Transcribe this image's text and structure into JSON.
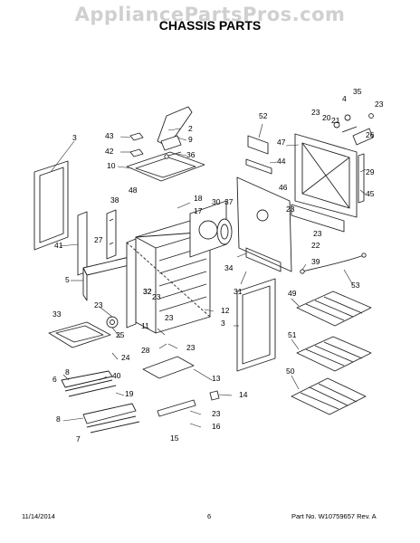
{
  "watermark": "AppliancePartsPros.com",
  "title": "CHASSIS PARTS",
  "callouts": [
    "2",
    "3",
    "4",
    "5",
    "6",
    "7",
    "8",
    "9",
    "10",
    "11",
    "12",
    "13",
    "14",
    "15",
    "16",
    "17",
    "18",
    "19",
    "20",
    "21",
    "22",
    "23",
    "24",
    "25",
    "26",
    "27",
    "28",
    "29",
    "30",
    "31",
    "32",
    "33",
    "34",
    "35",
    "36",
    "37",
    "38",
    "39",
    "40",
    "41",
    "42",
    "43",
    "44",
    "45",
    "46",
    "47",
    "48",
    "49",
    "50",
    "51",
    "52",
    "53"
  ],
  "footer": {
    "date": "11/14/2014",
    "page": "6",
    "part_no": "Part No. W10759657  Rev. A"
  }
}
